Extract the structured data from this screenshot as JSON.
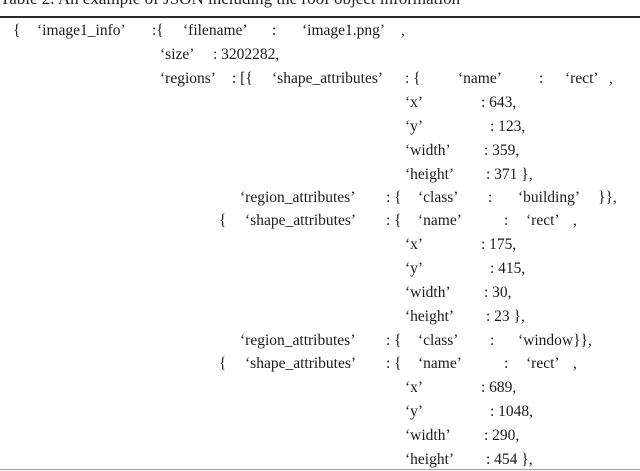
{
  "caption": "Table 2. An example of JSON including the roof object information",
  "rows": [
    {
      "cells": [
        "{",
        "‘image1_info’",
        ":{",
        "‘filename’",
        ":",
        "‘image1.png’",
        ","
      ]
    },
    {
      "cells": [
        "‘size’",
        ": 3202282,"
      ]
    },
    {
      "cells": [
        "‘regions’",
        ": [{",
        "‘shape_attributes’",
        ": {",
        "‘name’",
        ":",
        "‘rect’",
        ","
      ]
    },
    {
      "cells": [
        "‘x’",
        ": 643,"
      ]
    },
    {
      "cells": [
        "‘y’",
        ": 123,"
      ]
    },
    {
      "cells": [
        "‘width’",
        ": 359,"
      ]
    },
    {
      "cells": [
        "‘height’",
        ": 371 },"
      ]
    },
    {
      "cells": [
        "‘region_attributes’",
        ": {",
        "‘class’",
        ":",
        "‘building’",
        "}},"
      ]
    },
    {
      "cells": [
        "{",
        "‘shape_attributes’",
        ": {",
        "‘name’",
        ":",
        "‘rect’",
        ","
      ]
    },
    {
      "cells": [
        "‘x’",
        ": 175,"
      ]
    },
    {
      "cells": [
        "‘y’",
        ": 415,"
      ]
    },
    {
      "cells": [
        "‘width’",
        ": 30,"
      ]
    },
    {
      "cells": [
        "‘height’",
        ": 23 },"
      ]
    },
    {
      "cells": [
        "‘region_attributes’",
        ": {",
        "‘class’",
        ":",
        "‘window}},"
      ]
    },
    {
      "cells": [
        "{",
        "‘shape_attributes’",
        ": {",
        "‘name’",
        ":",
        "‘rect’",
        ","
      ]
    },
    {
      "cells": [
        "‘x’",
        ": 689,"
      ]
    },
    {
      "cells": [
        "‘y’",
        ": 1048,"
      ]
    },
    {
      "cells": [
        "‘width’",
        ": 290,"
      ]
    },
    {
      "cells": [
        "‘height’",
        ": 454 },"
      ]
    }
  ]
}
